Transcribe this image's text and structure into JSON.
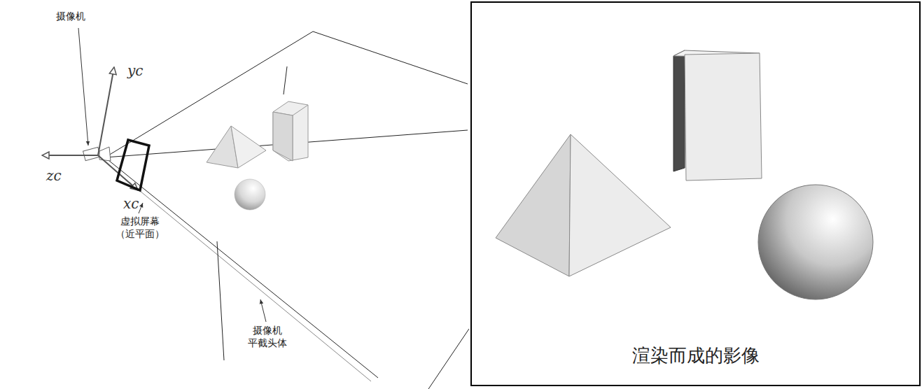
{
  "diagram": {
    "nodes": [
      {
        "text": [
          "渲染而成的影像"
        ]
      }
    ],
    "labels": [
      "摄像机",
      "yc",
      "zc",
      "xc",
      "虚拟屏幕 （近平面）",
      "摄像机 平截头体"
    ]
  }
}
